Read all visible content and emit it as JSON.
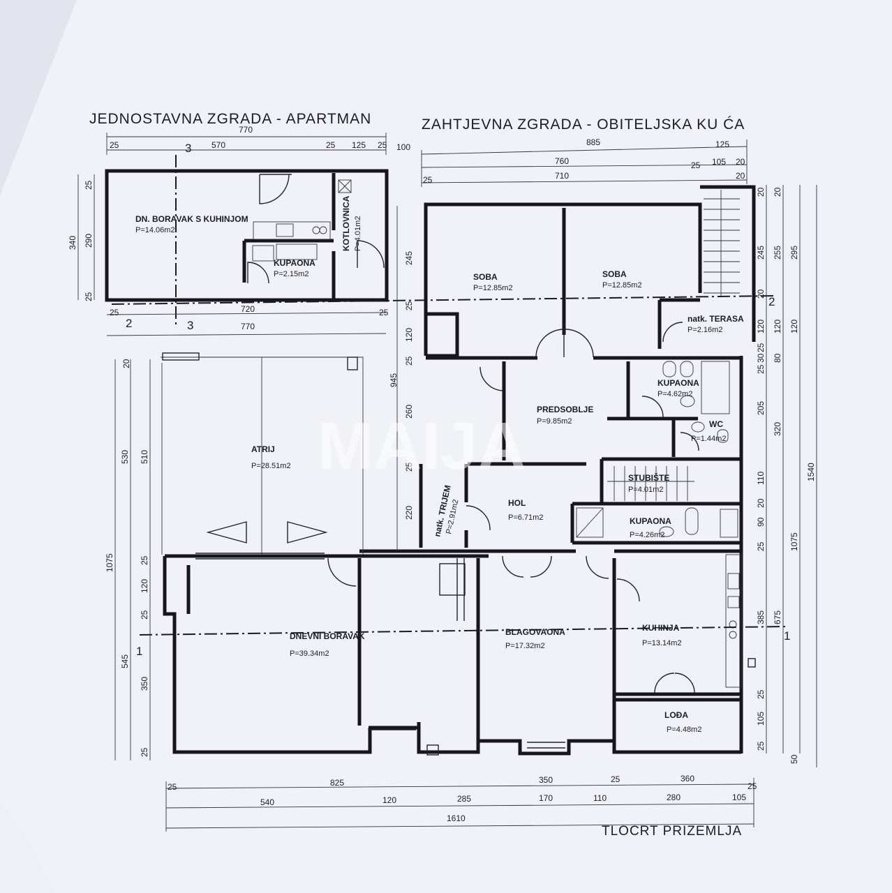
{
  "titles": {
    "left": "JEDNOSTAVNA  ZGRADA - APARTMAN",
    "right": "ZAHTJEVNA ZGRADA - OBITELJSKA KU ĆA",
    "bottom": "TLOCRT PRIZEMLJA"
  },
  "watermark": "MAIJA",
  "section_marks": {
    "s1": "1",
    "s2": "2",
    "s3": "3"
  },
  "rooms": {
    "dn_boravak": {
      "name": "DN. BORAVAK S KUHINJOM",
      "area": "P=14.06m2"
    },
    "kupaona_apt": {
      "name": "KUPAONA",
      "area": "P=2.15m2"
    },
    "kotlovnica": {
      "name": "KOTLOVNICA",
      "area": "P=4.01m2"
    },
    "soba1": {
      "name": "SOBA",
      "area": "P=12.85m2"
    },
    "soba2": {
      "name": "SOBA",
      "area": "P=12.85m2"
    },
    "terasa": {
      "name": "natk. TERASA",
      "area": "P=2.16m2"
    },
    "kupaona1": {
      "name": "KUPAONA",
      "area": "P=4.62m2"
    },
    "predsoblje": {
      "name": "PREDSOBLJE",
      "area": "P=9.85m2"
    },
    "wc": {
      "name": "WC",
      "area": "P=1.44m2"
    },
    "atrij": {
      "name": "ATRIJ",
      "area": "P=28.51m2"
    },
    "trijem": {
      "name": "natk. TRIJEM",
      "area": "P=2.91m2"
    },
    "hol": {
      "name": "HOL",
      "area": "P=6.71m2"
    },
    "stubiste": {
      "name": "STUBIŠTE",
      "area": "P=4.01m2"
    },
    "kupaona2": {
      "name": "KUPAONA",
      "area": "P=4.26m2"
    },
    "dnevni": {
      "name": "DNEVNI BORAVAK",
      "area": "P=39.34m2"
    },
    "blagovaona": {
      "name": "BLAGOVAONA",
      "area": "P=17.32m2"
    },
    "kuhinja": {
      "name": "KUHINJA",
      "area": "P=13.14m2"
    },
    "loda": {
      "name": "LOĐA",
      "area": "P=4.48m2"
    }
  },
  "dims": {
    "top_apt": {
      "overall": "770",
      "d1": "25",
      "d2": "570",
      "d3": "25",
      "d4": "125",
      "d5": "25"
    },
    "top_house": {
      "d0": "100",
      "overall": "885",
      "d125": "125",
      "d760": "760",
      "d25a": "25",
      "d105": "105",
      "d20a": "20",
      "d25b": "25",
      "d710": "710",
      "d20b": "20"
    },
    "apt_left": {
      "a": "340",
      "b": "290",
      "c": "25",
      "d": "25"
    },
    "apt_bottom": {
      "a": "25",
      "b": "720",
      "c": "25",
      "d": "770"
    },
    "mid_left_col": {
      "a": "245",
      "b": "25",
      "c": "120",
      "d": "25",
      "e": "945",
      "f": "260",
      "g": "25",
      "h": "220"
    },
    "house_right": {
      "a": "20",
      "b": "20",
      "c": "245",
      "d": "255",
      "e": "295",
      "f": "20",
      "g": "120",
      "h": "120",
      "i": "120",
      "j": "25",
      "k": "30",
      "l": "25",
      "m": "80",
      "n": "205",
      "o": "320",
      "p": "1540",
      "q": "110",
      "r": "20",
      "s": "90",
      "t": "25",
      "u": "1075",
      "v": "385",
      "w": "675",
      "x": "25",
      "y": "105",
      "z": "25",
      "zz": "50"
    },
    "left_outer": {
      "a": "20",
      "b": "530",
      "c": "510",
      "d": "1075",
      "e": "25",
      "f": "120",
      "g": "25",
      "h": "545",
      "i": "350",
      "j": "25"
    },
    "bottom": {
      "a": "25",
      "b": "825",
      "c": "350",
      "d": "25",
      "e": "360",
      "f": "540",
      "g": "120",
      "h": "285",
      "i": "170",
      "j": "110",
      "k": "280",
      "l": "105",
      "m": "25",
      "n": "1610"
    }
  }
}
